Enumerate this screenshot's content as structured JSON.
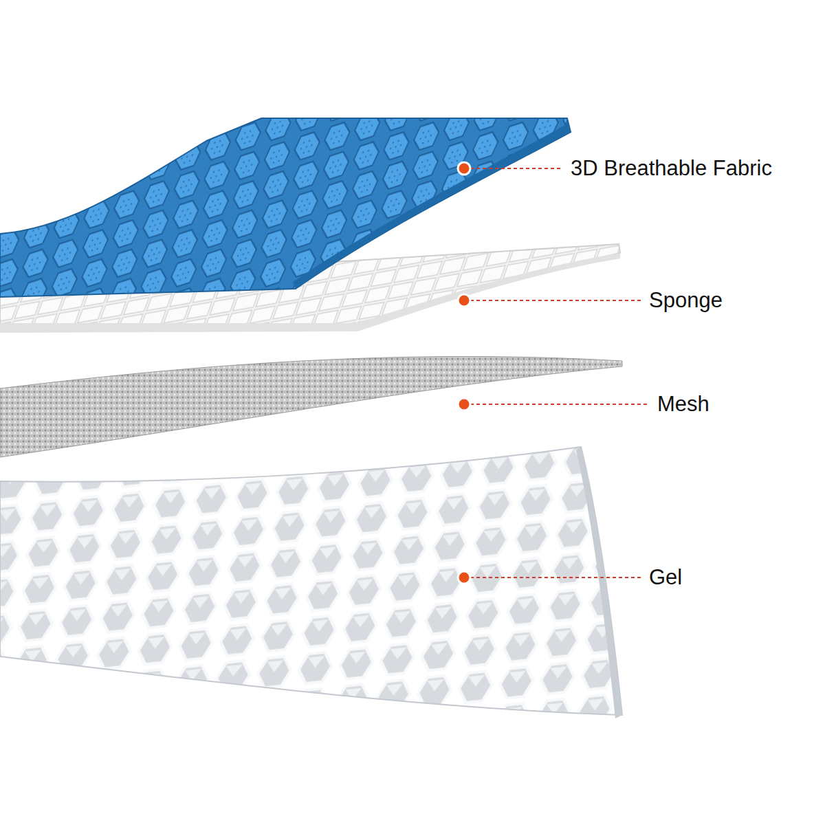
{
  "diagram": {
    "labels": [
      "3D Breathable Fabric",
      "Sponge",
      "Mesh",
      "Gel"
    ]
  }
}
